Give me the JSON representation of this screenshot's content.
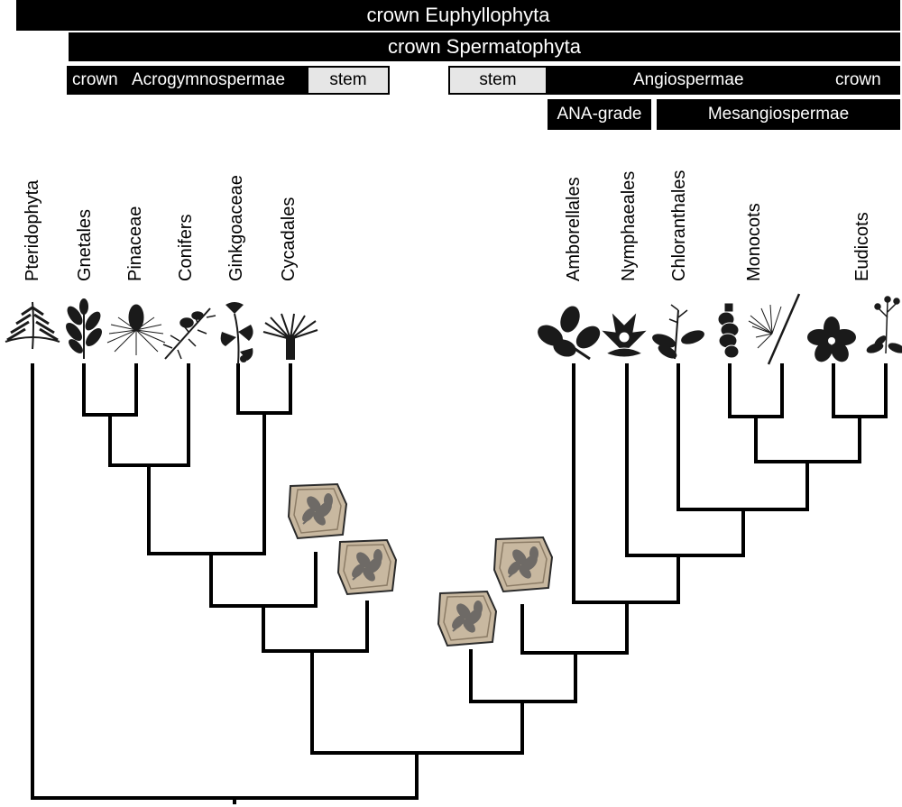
{
  "groups": {
    "euphyllophyta": "crown Euphyllophyta",
    "spermatophyta": "crown Spermatophyta",
    "acrogymno_crown": "crown",
    "acrogymno_name": "Acrogymnospermae",
    "acrogymno_stem": "stem",
    "angio_stem": "stem",
    "angio_name": "Angiospermae",
    "angio_crown": "crown",
    "ana_grade": "ANA-grade",
    "mesangio": "Mesangiospermae"
  },
  "taxa": {
    "pteridophyta": "Pteridophyta",
    "gnetales": "Gnetales",
    "pinaceae": "Pinaceae",
    "conifers": "Conifers",
    "ginkgoaceae": "Ginkgoaceae",
    "cycadales": "Cycadales",
    "amborellales": "Amborellales",
    "nymphaeales": "Nymphaeales",
    "chloranthales": "Chloranthales",
    "monocots": "Monocots",
    "eudicots": "Eudicots"
  },
  "icons": {
    "fern": "fern-icon",
    "gnetales": "gnetales-leaf-icon",
    "pinaceae": "pine-cone-icon",
    "conifer": "conifer-branch-icon",
    "ginkgo": "ginkgo-leaf-icon",
    "cycad": "cycad-icon",
    "amborella": "amborella-leaf-icon",
    "waterlily": "water-lily-icon",
    "chloranthus": "chloranthus-icon",
    "monocot_cob": "monocot-inflorescence-icon",
    "monocot_grass": "grass-icon",
    "eudicot_flower": "eudicot-flower-icon",
    "eudicot_plant": "eudicot-plant-icon",
    "fossil": "fossil-leaf-icon"
  },
  "colors": {
    "bar": "#000000",
    "stem_fill": "#e6e6e6",
    "fossil": "#c8b8a0",
    "fossil_leaf": "#6e6a66"
  }
}
